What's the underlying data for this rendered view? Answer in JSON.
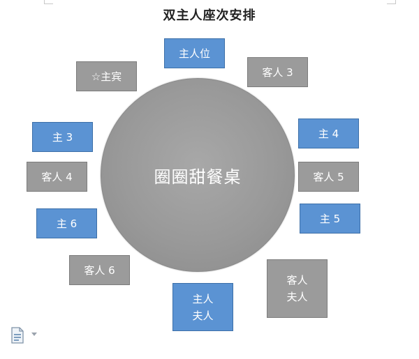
{
  "title": "双主人座次安排",
  "table_label": "圈圈甜餐桌",
  "seats": [
    {
      "id": "host-seat",
      "role": "host",
      "lines": [
        "主人位"
      ]
    },
    {
      "id": "guest-3",
      "role": "guest",
      "lines": [
        "客人 3"
      ]
    },
    {
      "id": "honored-guest",
      "role": "guest",
      "lines": [
        "☆主宾"
      ]
    },
    {
      "id": "host-3",
      "role": "host",
      "lines": [
        "主 3"
      ]
    },
    {
      "id": "host-4",
      "role": "host",
      "lines": [
        "主 4"
      ]
    },
    {
      "id": "guest-4",
      "role": "guest",
      "lines": [
        "客人 4"
      ]
    },
    {
      "id": "guest-5",
      "role": "guest",
      "lines": [
        "客人 5"
      ]
    },
    {
      "id": "host-6",
      "role": "host",
      "lines": [
        "主 6"
      ]
    },
    {
      "id": "host-5",
      "role": "host",
      "lines": [
        "主 5"
      ]
    },
    {
      "id": "guest-6",
      "role": "guest",
      "lines": [
        "客人 6"
      ]
    },
    {
      "id": "host-wife",
      "role": "host",
      "lines": [
        "主人",
        "夫人"
      ]
    },
    {
      "id": "guest-wife",
      "role": "guest",
      "lines": [
        "客人",
        "夫人"
      ]
    }
  ],
  "colors": {
    "host": "#5b93d3",
    "guest": "#9b9b9b",
    "table": "#999999"
  }
}
